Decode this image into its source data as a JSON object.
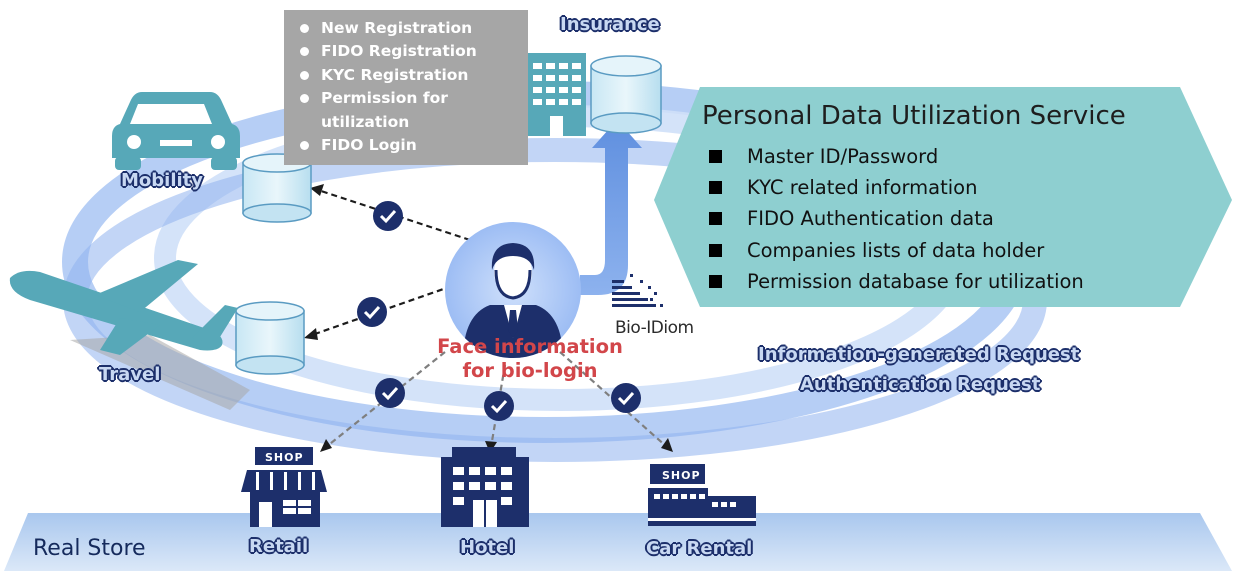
{
  "provider_box": {
    "items": [
      "New Registration",
      "FIDO Registration",
      "KYC Registration",
      "Permission for utilization",
      "FIDO Login"
    ]
  },
  "labels": {
    "insurance": "Insurance",
    "mobility": "Mobility",
    "travel": "Travel",
    "retail": "Retail",
    "hotel": "Hotel",
    "car_rental": "Car Rental",
    "real_store": "Real Store"
  },
  "service": {
    "title": "Personal Data Utilization Service",
    "items": [
      "Master ID/Password",
      "KYC related information",
      "FIDO Authentication data",
      "Companies lists of data holder",
      "Permission database for utilization"
    ]
  },
  "requests": {
    "line1": "Information-generated Request",
    "line2": "Authentication Request"
  },
  "bio_logo": "Bio-IDiom",
  "face_caption": {
    "line1": "Face information",
    "line2": "for bio-login"
  },
  "shop_sign": "SHOP",
  "colors": {
    "teal": "#57a8b8",
    "navy": "#1d2f6b",
    "hexagon": "#8ecfd0",
    "ring": "#a7c4f2",
    "gray_box": "#a6a6a6",
    "caption_red": "#d2464a"
  }
}
